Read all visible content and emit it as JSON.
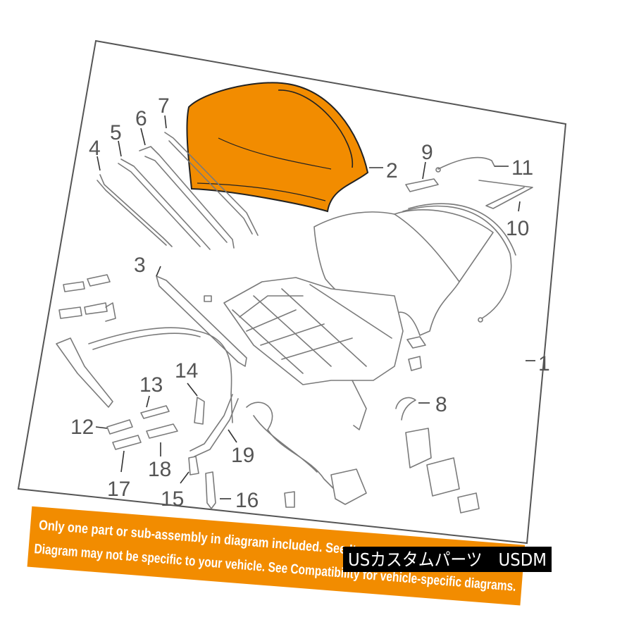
{
  "diagram": {
    "highlight_color": "#f28c00",
    "callouts": {
      "c1": "1",
      "c2": "2",
      "c3": "3",
      "c4": "4",
      "c5": "5",
      "c6": "6",
      "c7": "7",
      "c8": "8",
      "c9": "9",
      "c10": "10",
      "c11": "11",
      "c12": "12",
      "c13": "13",
      "c14": "14",
      "c15": "15",
      "c16": "16",
      "c17": "17",
      "c18": "18",
      "c19": "19"
    }
  },
  "disclaimer": {
    "line1": "Only one part or sub-assembly in diagram included. See Item Specifics for Reference #.",
    "line2": "Diagram may not be specific to your vehicle. See Compatibility for vehicle-specific diagrams.",
    "background_color": "#f28c00"
  },
  "watermark": {
    "text": "USカスタムパーツ　USDM",
    "background_color": "#000000"
  }
}
